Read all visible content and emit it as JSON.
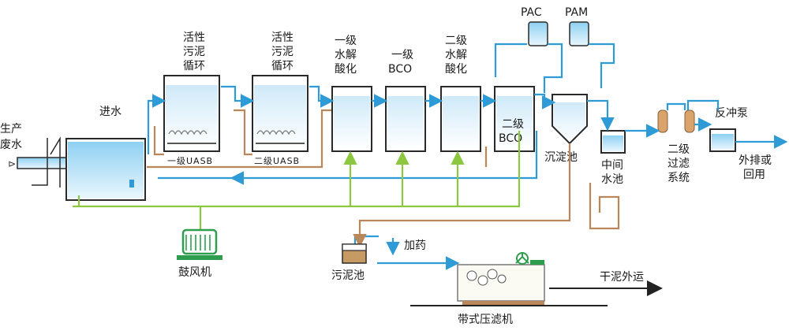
{
  "labels": {
    "wastewater": [
      "生产",
      "废水"
    ],
    "inlet": "进水",
    "sludge_recycle_1": [
      "活性",
      "污泥",
      "循环"
    ],
    "sludge_recycle_2": [
      "活性",
      "污泥",
      "循环"
    ],
    "hydrolysis_1": [
      "一级",
      "水解",
      "酸化"
    ],
    "bco_1": [
      "一级",
      "BCO"
    ],
    "hydrolysis_2": [
      "二级",
      "水解",
      "酸化"
    ],
    "bco_2": [
      "二级",
      "BCO"
    ],
    "uasb_1": "一级UASB",
    "uasb_2": "二级UASB",
    "pac": "PAC",
    "pam": "PAM",
    "sedimentation": "沉淀池",
    "mid_tank": [
      "中间",
      "水池"
    ],
    "filter_2": [
      "二级",
      "过滤",
      "系统"
    ],
    "backwash_pump": "反冲泵",
    "discharge": [
      "外排或",
      "回用"
    ],
    "blower": "鼓风机",
    "sludge_tank": "污泥池",
    "dosing": "加药",
    "dry_sludge": "干泥外运",
    "belt_press": "带式压滤机"
  },
  "colors": {
    "water_pipe": "#2f9bd6",
    "sludge_pipe": "#b9875a",
    "air_pipe": "#8dc63f",
    "blower_green": "#2e9e4e"
  }
}
